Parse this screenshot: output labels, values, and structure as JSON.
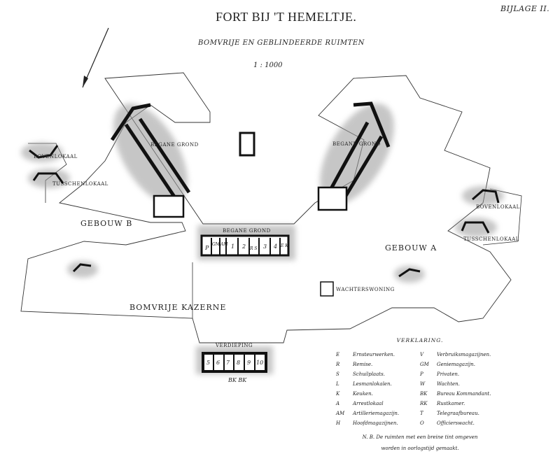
{
  "header": {
    "title": "FORT BIJ 'T HEMELTJE.",
    "subtitle": "BOMVRIJE EN GEBLINDEERDE RUIMTEN",
    "scale": "1 : 1000",
    "appendix": "BIJLAGE II."
  },
  "labels": {
    "ground_left": "BEGANE GROND",
    "ground_right": "BEGANE GROND",
    "ground_center": "BEGANE GROND",
    "building_b": "GEBOUW B",
    "building_a": "GEBOUW A",
    "barracks": "BOMVRIJE KAZERNE",
    "guard_house": "WACHTERSWONING",
    "upper_left": "BOVENLOKAAL",
    "between_left": "TUSSCHENLOKAAL",
    "upper_right": "BOVENLOKAAL",
    "between_right": "TUSSCHENLOKAAL",
    "floor": "VERDIEPING"
  },
  "ground_rooms": [
    "P",
    "GM",
    "AM",
    "1",
    "2",
    "R S",
    "3",
    "4",
    "E K"
  ],
  "upper_rooms": [
    "5",
    "6",
    "7",
    "8",
    "9",
    "10"
  ],
  "upper_sublabel": "BK BK",
  "legend": {
    "title": "VERKLARING.",
    "items": [
      {
        "code": "E",
        "text": "Ernsteurwerken."
      },
      {
        "code": "V",
        "text": "Verbruiksmagazijnen."
      },
      {
        "code": "R",
        "text": "Remise."
      },
      {
        "code": "GM",
        "text": "Geniemagazijn."
      },
      {
        "code": "S",
        "text": "Schuilplaats."
      },
      {
        "code": "P",
        "text": "Privaten."
      },
      {
        "code": "L",
        "text": "Lesmanlokalen."
      },
      {
        "code": "W",
        "text": "Wachten."
      },
      {
        "code": "K",
        "text": "Keuken."
      },
      {
        "code": "BK",
        "text": "Bureau Kommandant."
      },
      {
        "code": "A",
        "text": "Arrestlokaal"
      },
      {
        "code": "RK",
        "text": "Rustkamer."
      },
      {
        "code": "AM",
        "text": "Artilleriemagazijn."
      },
      {
        "code": "T",
        "text": "Telegraafbureau."
      },
      {
        "code": "H",
        "text": "Hoofdmagazijnen."
      },
      {
        "code": "O",
        "text": "Officierswacht."
      }
    ],
    "note_1": "N. B. De ruimten met een breine tint omgeven",
    "note_2": "worden in oorlogstijd gemaakt."
  }
}
